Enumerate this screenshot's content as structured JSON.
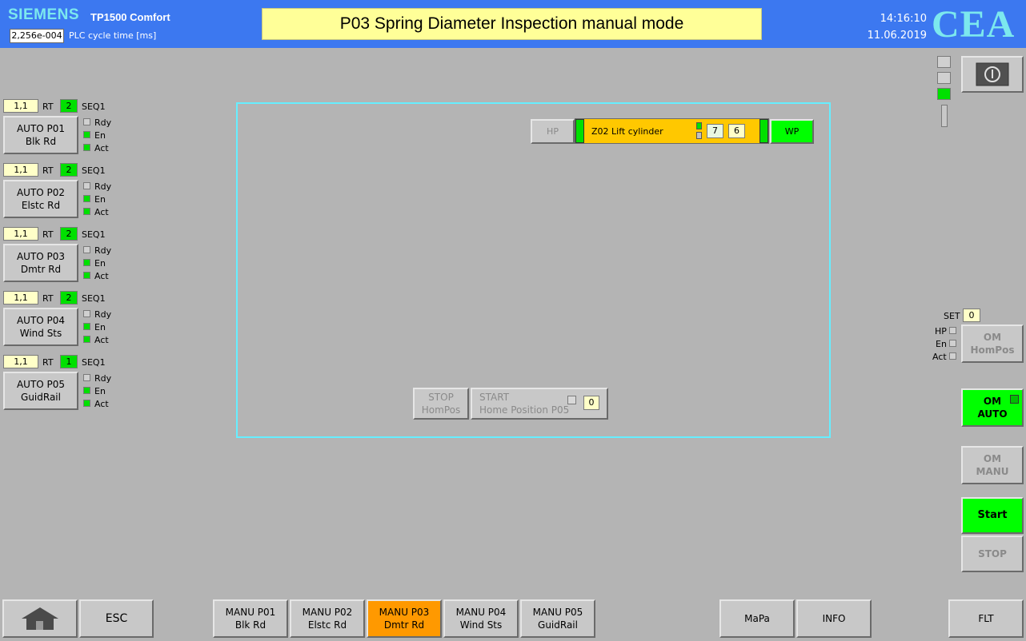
{
  "header": {
    "brand": "SIEMENS",
    "model": "TP1500 Comfort",
    "cycle_value": "2,256e-004",
    "cycle_label": "PLC cycle time [ms]",
    "title": "P03 Spring Diameter Inspection manual mode",
    "time": "14:16:10",
    "date": "11.06.2019",
    "logo": "CEA"
  },
  "stations": [
    {
      "rt_value": "1,1",
      "rt_label": "RT",
      "seq_count": "2",
      "seq_label": "SEQ1",
      "btn_line1": "AUTO P01",
      "btn_line2": "Blk Rd",
      "rdy": "Rdy",
      "en": "En",
      "act": "Act"
    },
    {
      "rt_value": "1,1",
      "rt_label": "RT",
      "seq_count": "2",
      "seq_label": "SEQ1",
      "btn_line1": "AUTO P02",
      "btn_line2": "Elstc Rd",
      "rdy": "Rdy",
      "en": "En",
      "act": "Act"
    },
    {
      "rt_value": "1,1",
      "rt_label": "RT",
      "seq_count": "2",
      "seq_label": "SEQ1",
      "btn_line1": "AUTO P03",
      "btn_line2": "Dmtr Rd",
      "rdy": "Rdy",
      "en": "En",
      "act": "Act"
    },
    {
      "rt_value": "1,1",
      "rt_label": "RT",
      "seq_count": "2",
      "seq_label": "SEQ1",
      "btn_line1": "AUTO P04",
      "btn_line2": "Wind Sts",
      "rdy": "Rdy",
      "en": "En",
      "act": "Act"
    },
    {
      "rt_value": "1,1",
      "rt_label": "RT",
      "seq_count": "1",
      "seq_label": "SEQ1",
      "btn_line1": "AUTO P05",
      "btn_line2": "GuidRail",
      "rdy": "Rdy",
      "en": "En",
      "act": "Act"
    }
  ],
  "cylinder": {
    "hp_label": "HP",
    "name": "Z02 Lift cylinder",
    "val1": "7",
    "val2": "6",
    "wp_label": "WP"
  },
  "homing": {
    "stop_line1": "STOP",
    "stop_line2": "HomPos",
    "start_line1": "START",
    "start_line2": "Home Position P05",
    "count": "0"
  },
  "right_panel": {
    "set_label": "SET",
    "set_value": "0",
    "hp": "HP",
    "en": "En",
    "act": "Act",
    "om_hompos_1": "OM",
    "om_hompos_2": "HomPos",
    "om_auto_1": "OM",
    "om_auto_2": "AUTO",
    "om_manu_1": "OM",
    "om_manu_2": "MANU",
    "start": "Start",
    "stop": "STOP"
  },
  "footer": {
    "esc": "ESC",
    "tabs": [
      {
        "l1": "MANU P01",
        "l2": "Blk Rd"
      },
      {
        "l1": "MANU P02",
        "l2": "Elstc Rd"
      },
      {
        "l1": "MANU P03",
        "l2": "Dmtr Rd"
      },
      {
        "l1": "MANU P04",
        "l2": "Wind Sts"
      },
      {
        "l1": "MANU P05",
        "l2": "GuidRail"
      }
    ],
    "mapa": "MaPa",
    "info": "INFO",
    "flt": "FLT"
  },
  "colors": {
    "header_bg": "#3c78f0",
    "screen_bg": "#b4b4b4",
    "active_green": "#00ff00",
    "active_tab": "#ff9900",
    "cylinder": "#ffc800",
    "title_bg": "#ffff98",
    "panel_border": "#66eeff"
  },
  "icons": [
    "home-icon",
    "power-icon"
  ]
}
